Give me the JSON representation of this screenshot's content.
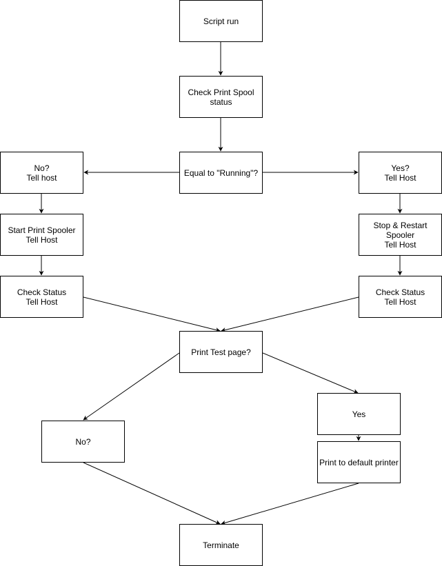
{
  "nodes": {
    "script_run": {
      "lines": [
        "Script run"
      ]
    },
    "check_spool": {
      "lines": [
        "Check Print Spool",
        "status"
      ]
    },
    "equal_running": {
      "lines": [
        "Equal to \"Running\"?"
      ]
    },
    "no_tell": {
      "lines": [
        "No?",
        "Tell host"
      ]
    },
    "yes_tell": {
      "lines": [
        "Yes?",
        "Tell Host"
      ]
    },
    "start_spooler": {
      "lines": [
        "Start Print Spooler",
        "Tell Host"
      ]
    },
    "stop_restart": {
      "lines": [
        "Stop & Restart",
        "Spooler",
        "Tell Host"
      ]
    },
    "check_status_left": {
      "lines": [
        "Check Status",
        "Tell Host"
      ]
    },
    "check_status_right": {
      "lines": [
        "Check Status",
        "Tell Host"
      ]
    },
    "print_test": {
      "lines": [
        "Print Test page?"
      ]
    },
    "no_print": {
      "lines": [
        "No?"
      ]
    },
    "yes_print": {
      "lines": [
        "Yes"
      ]
    },
    "print_default": {
      "lines": [
        "Print to default printer"
      ]
    },
    "terminate": {
      "lines": [
        "Terminate"
      ]
    }
  },
  "colors": {
    "stroke": "#000000",
    "fill": "#ffffff",
    "text": "#000000"
  }
}
